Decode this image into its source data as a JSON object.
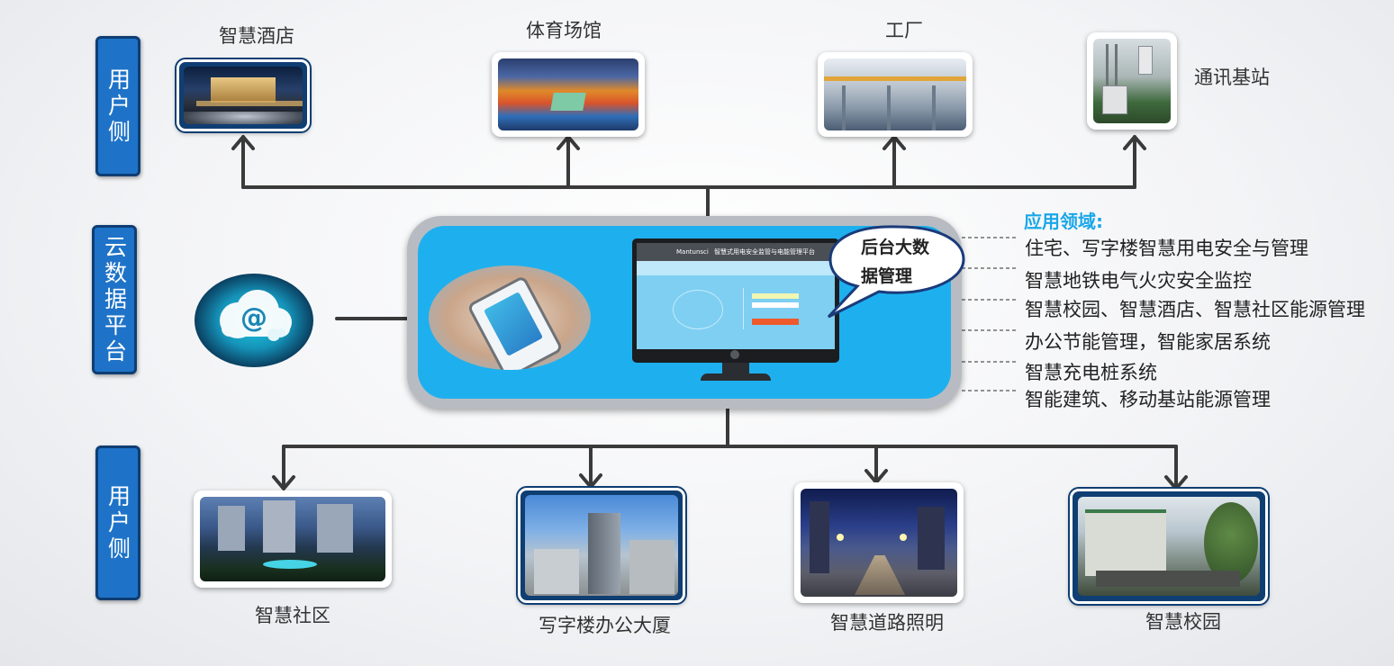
{
  "side_labels": {
    "top": "用户侧",
    "middle": "云数据平台",
    "bottom": "用户侧"
  },
  "top_nodes": [
    {
      "label": "智慧酒店"
    },
    {
      "label": "体育场馆"
    },
    {
      "label": "工厂"
    },
    {
      "label": "通讯基站"
    }
  ],
  "bottom_nodes": [
    {
      "label": "智慧社区"
    },
    {
      "label": "写字楼办公大厦"
    },
    {
      "label": "智慧道路照明"
    },
    {
      "label": "智慧校园"
    }
  ],
  "platform": {
    "bubble_line1": "后台大数",
    "bubble_line2": "据管理",
    "cloud_symbol": "@",
    "screen_brand": "Mantunsci",
    "screen_title": "智慧式用电安全监管与电能管理平台"
  },
  "applications": {
    "title": "应用领域:",
    "items": [
      "住宅、写字楼智慧用电安全与管理",
      "智慧地铁电气火灾安全监控",
      "智慧校园、智慧酒店、智慧社区能源管理",
      "办公节能管理，智能家居系统",
      "智慧充电桩系统",
      "智能建筑、移动基站能源管理"
    ]
  },
  "colors": {
    "label_blue": "#1e73c8",
    "platform_blue": "#1eb0ee",
    "title_cyan": "#1aa7e8",
    "connector": "#3a3a3a"
  }
}
